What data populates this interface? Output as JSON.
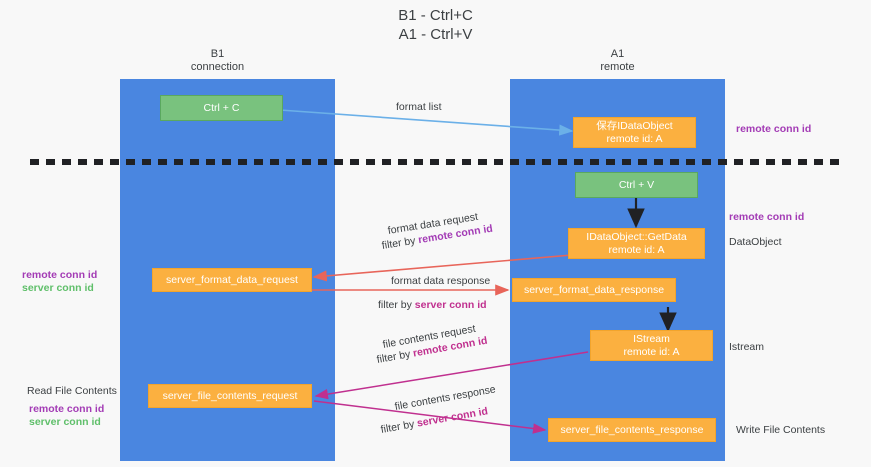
{
  "title": {
    "line1": "B1 - Ctrl+C",
    "line2": "A1 - Ctrl+V"
  },
  "columns": [
    {
      "name": "B1",
      "role": "connection"
    },
    {
      "name": "A1",
      "role": "remote"
    }
  ],
  "colors": {
    "lane": "#4a86e0",
    "green_node": "#79c27e",
    "orange_node": "#fbb040",
    "remote_conn_id": "#a33bb5",
    "server_conn_id": "#5fbf6a",
    "arrow_blue": "#6bb0e8",
    "arrow_red": "#e8655a",
    "arrow_magenta": "#c0308f",
    "arrow_black": "#202124",
    "text": "#3c4043",
    "background": "#f8f8f8"
  },
  "nodes": {
    "ctrl_c": {
      "line1": "Ctrl + C"
    },
    "save_idataobject": {
      "line1": "保存IDataObject",
      "line2": "remote id: A"
    },
    "ctrl_v": {
      "line1": "Ctrl + V"
    },
    "getdata": {
      "line1": "IDataObject::GetData",
      "line2": "remote id: A"
    },
    "server_format_data_request": {
      "line1": "server_format_data_request"
    },
    "server_format_data_response": {
      "line1": "server_format_data_response"
    },
    "istream": {
      "line1": "IStream",
      "line2": "remote id: A"
    },
    "server_file_contents_request": {
      "line1": "server_file_contents_request"
    },
    "server_file_contents_response": {
      "line1": "server_file_contents_response"
    }
  },
  "arrow_labels": {
    "format_list": "format list",
    "format_data_request": "format data request",
    "format_data_request_filter_prefix": "filter by ",
    "format_data_request_filter_key": "remote conn id",
    "format_data_response": "format data response",
    "format_data_response_filter_prefix": "filter by ",
    "format_data_response_filter_key": "server conn id",
    "file_contents_request": "file contents request",
    "file_contents_request_filter_prefix": "filter by ",
    "file_contents_request_filter_key": "remote conn id",
    "file_contents_response": "file contents response",
    "file_contents_response_filter_prefix": "filter by ",
    "file_contents_response_filter_key": "server conn id"
  },
  "side_labels": {
    "right_remote_conn_id_top": "remote conn id",
    "right_remote_conn_id_mid": "remote conn id",
    "right_dataobject": "DataObject",
    "right_istream": "Istream",
    "right_write_file_contents": "Write File Contents",
    "left_remote_conn_id_mid": "remote conn id",
    "left_server_conn_id_mid": "server conn id",
    "left_read_file_contents": "Read File Contents",
    "left_remote_conn_id_bottom": "remote conn id",
    "left_server_conn_id_bottom": "server conn id"
  }
}
